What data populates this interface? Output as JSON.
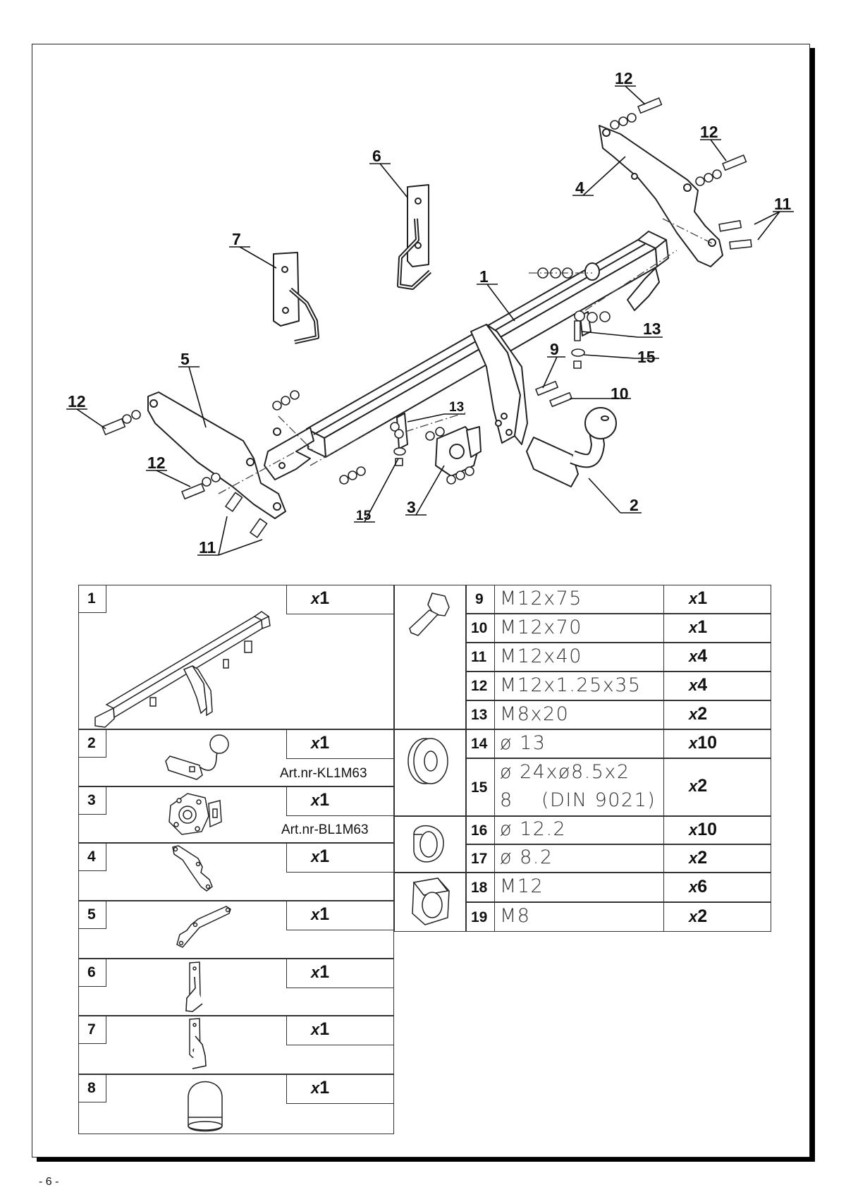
{
  "page_number": "- 6 -",
  "callouts": [
    "12",
    "12",
    "6",
    "4",
    "11",
    "7",
    "1",
    "13",
    "9",
    "15",
    "5",
    "12",
    "13",
    "10",
    "12",
    "3",
    "15",
    "2",
    "11"
  ],
  "parts": [
    {
      "num": "1",
      "qty_x": "x",
      "qty_n": "1",
      "art": ""
    },
    {
      "num": "2",
      "qty_x": "x",
      "qty_n": "1",
      "art": "Art.nr-KL1M63"
    },
    {
      "num": "3",
      "qty_x": "x",
      "qty_n": "1",
      "art": "Art.nr-BL1M63"
    },
    {
      "num": "4",
      "qty_x": "x",
      "qty_n": "1",
      "art": ""
    },
    {
      "num": "5",
      "qty_x": "x",
      "qty_n": "1",
      "art": ""
    },
    {
      "num": "6",
      "qty_x": "x",
      "qty_n": "1",
      "art": ""
    },
    {
      "num": "7",
      "qty_x": "x",
      "qty_n": "1",
      "art": ""
    },
    {
      "num": "8",
      "qty_x": "x",
      "qty_n": "1",
      "art": ""
    }
  ],
  "hardware": [
    {
      "num": "9",
      "spec": "M12x75",
      "spec2": "",
      "qty_x": "x",
      "qty_n": "1"
    },
    {
      "num": "10",
      "spec": "M12x70",
      "spec2": "",
      "qty_x": "x",
      "qty_n": "1"
    },
    {
      "num": "11",
      "spec": "M12x40",
      "spec2": "",
      "qty_x": "x",
      "qty_n": "4"
    },
    {
      "num": "12",
      "spec": "M12x1.25x35",
      "spec2": "",
      "qty_x": "x",
      "qty_n": "4"
    },
    {
      "num": "13",
      "spec": "M8x20",
      "spec2": "",
      "qty_x": "x",
      "qty_n": "2"
    },
    {
      "num": "14",
      "spec": "ø 13",
      "spec2": "",
      "qty_x": "x",
      "qty_n": "10"
    },
    {
      "num": "15",
      "spec": "ø 24xø8.5x2",
      "spec2": "8    (DIN 9021)",
      "qty_x": "x",
      "qty_n": "2"
    },
    {
      "num": "16",
      "spec": "ø 12.2",
      "spec2": "",
      "qty_x": "x",
      "qty_n": "10"
    },
    {
      "num": "17",
      "spec": "ø 8.2",
      "spec2": "",
      "qty_x": "x",
      "qty_n": "2"
    },
    {
      "num": "18",
      "spec": "M12",
      "spec2": "",
      "qty_x": "x",
      "qty_n": "6"
    },
    {
      "num": "19",
      "spec": "M8",
      "spec2": "",
      "qty_x": "x",
      "qty_n": "2"
    }
  ]
}
